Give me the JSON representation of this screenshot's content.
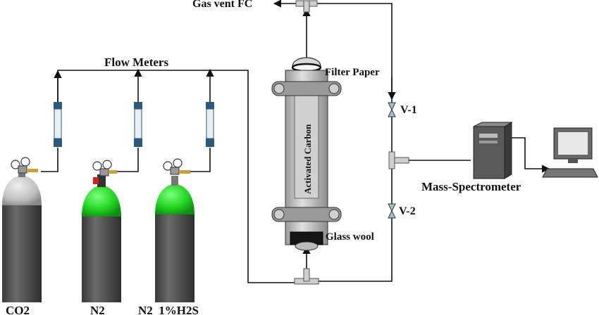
{
  "labels": {
    "gas_vent": "Gas vent FC",
    "flow_meters": "Flow Meters",
    "filter_paper": "Filter Paper",
    "activated_carbon": "Activated Carbon",
    "glass_wool": "Glass wool",
    "valve_1": "V-1",
    "valve_2": "V-2",
    "mass_spectrometer": "Mass-Spectrometer",
    "cylinder_co2": "CO2",
    "cylinder_n2": "N2",
    "cylinder_mix": "N2_1%H2S"
  },
  "colors": {
    "cylinder_body": "#555555",
    "co2_top": "#cfcfcf",
    "n2_top": "#2fe02f",
    "column_body": "#c9c9c9",
    "line": "#111111"
  },
  "icons": [
    "pressure-regulator-icon",
    "flow-meter-icon",
    "valve-icon",
    "computer-icon",
    "mass-spectrometer-icon"
  ]
}
